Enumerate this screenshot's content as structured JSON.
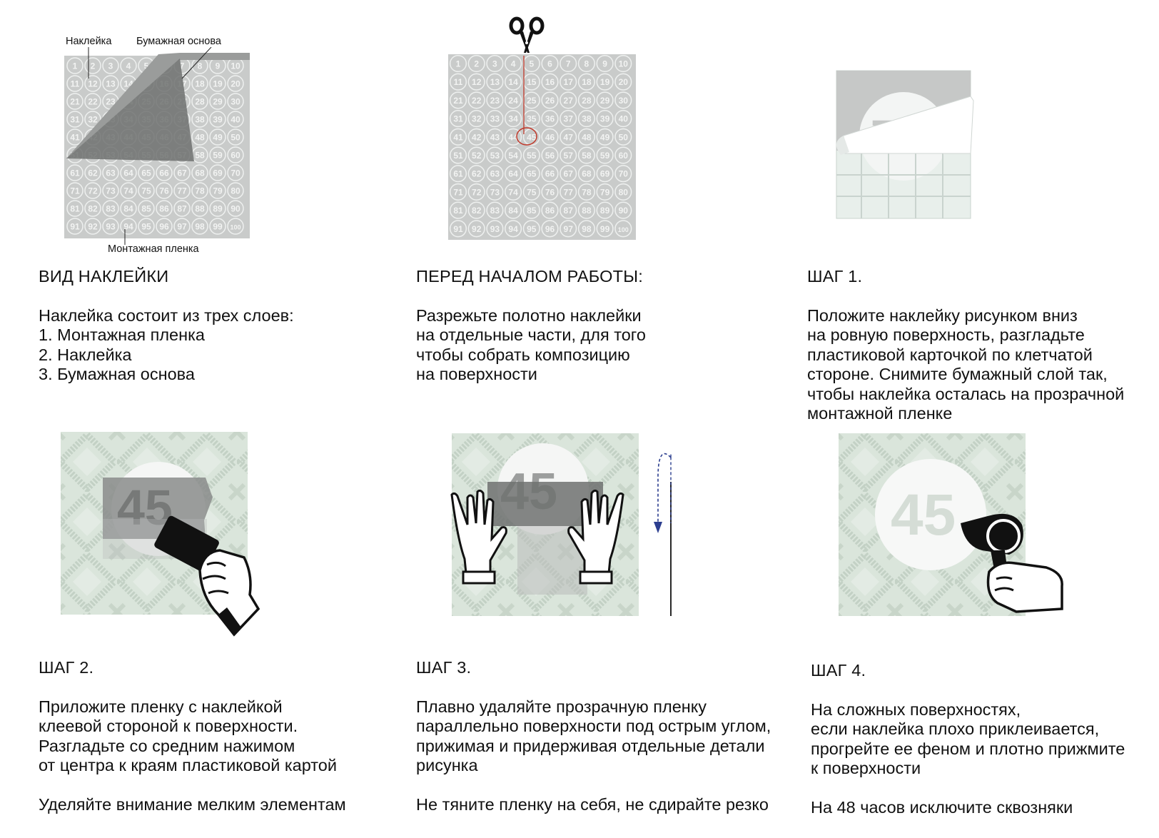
{
  "panels": {
    "view": {
      "title": "ВИД НАКЛЕЙКИ",
      "lines": [
        "Наклейка состоит из трех слоев:",
        "1. Монтажная пленка",
        "2. Наклейка",
        "3. Бумажная основа"
      ],
      "labels": {
        "sticker": "Наклейка",
        "paper": "Бумажная основа",
        "film": "Монтажная пленка"
      }
    },
    "before": {
      "title": "ПЕРЕД НАЧАЛОМ РАБОТЫ:",
      "lines": [
        "Разрежьте полотно наклейки",
        "на отдельные части, для того",
        "чтобы собрать композицию",
        "на поверхности"
      ],
      "highlight": "45"
    },
    "step1": {
      "title": "ШАГ 1.",
      "lines": [
        "Положите наклейку рисунком вниз",
        "на ровную поверхность, разгладьте",
        "пластиковой карточкой по клетчатой",
        "стороне. Снимите бумажный слой так,",
        "чтобы наклейка осталась на прозрачной",
        "монтажной пленке"
      ]
    },
    "step2": {
      "title": "ШАГ 2.",
      "lines": [
        "Приложите пленку с наклейкой",
        "клеевой стороной к поверхности.",
        "Разгладьте со средним нажимом",
        "от центра к краям пластиковой картой"
      ],
      "note": "Уделяйте внимание мелким элементам",
      "number": "45"
    },
    "step3": {
      "title": "ШАГ 3.",
      "lines": [
        "Плавно удаляйте прозрачную пленку",
        "параллельно поверхности под острым углом,",
        "прижимая и придерживая отдельные детали",
        "рисунка"
      ],
      "note": "Не тяните пленку на себя, не сдирайте резко",
      "number": "45"
    },
    "step4": {
      "title": "ШАГ 4.",
      "lines": [
        "На сложных поверхностях,",
        "если наклейка плохо приклеивается,",
        "прогрейте ее феном и плотно прижмите",
        "к поверхности"
      ],
      "note": "На 48 часов исключите сквозняки",
      "number": "45"
    }
  },
  "colors": {
    "wall": "#d9e4da",
    "sheet": "#c7c9c8",
    "paper": "#6f7170",
    "film": "#8b8d8c"
  }
}
